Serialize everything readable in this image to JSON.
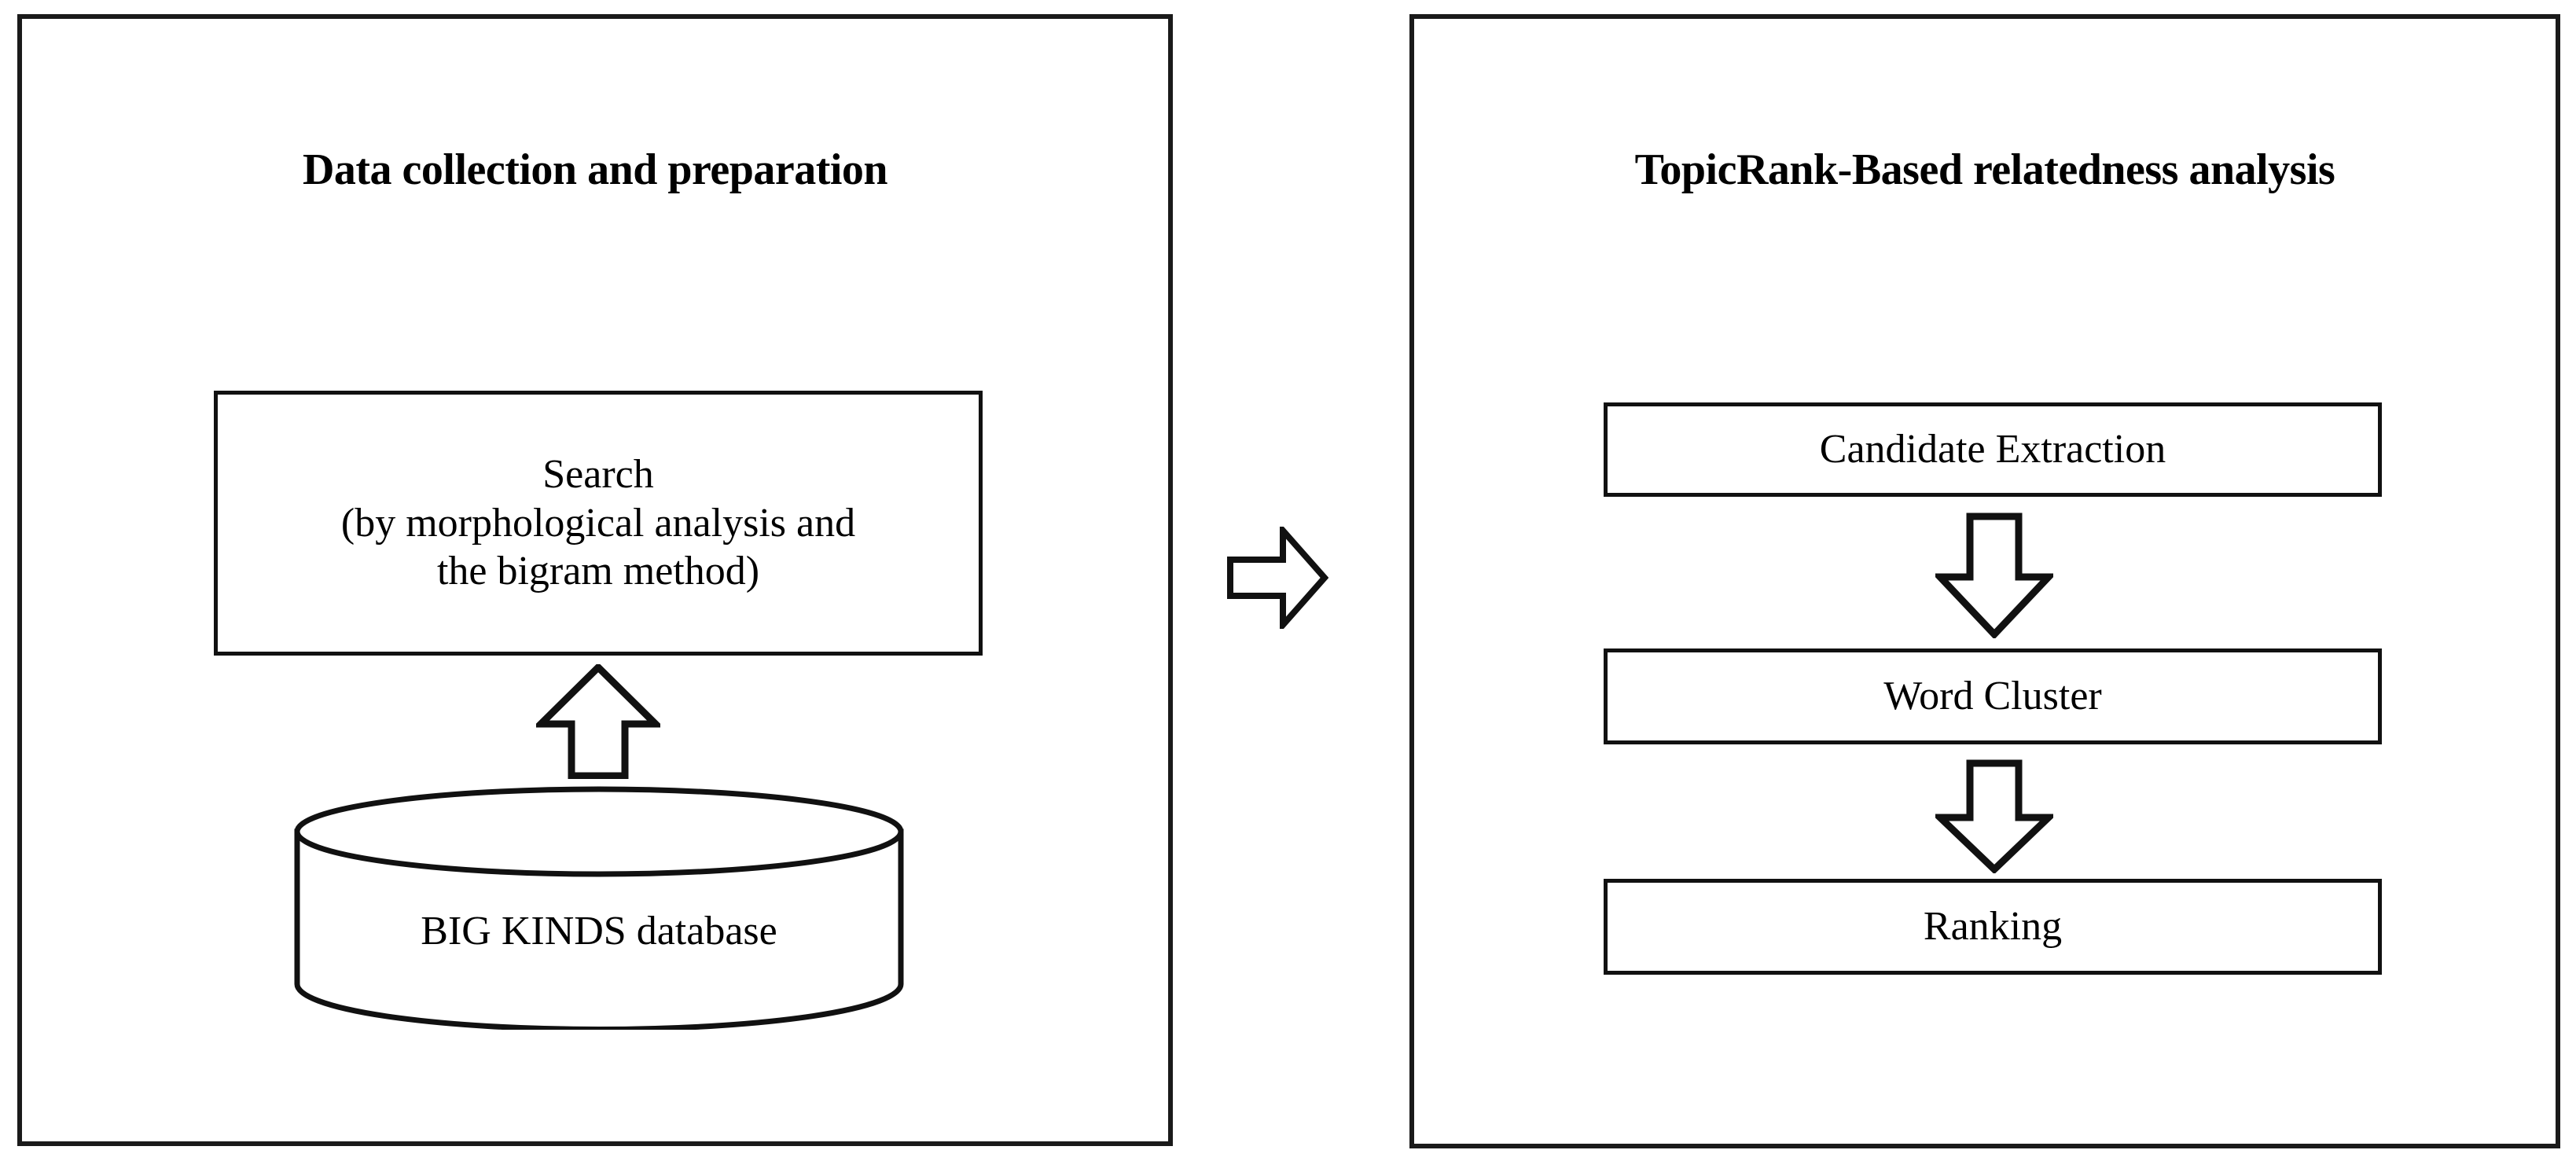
{
  "figure": {
    "type": "flowchart",
    "panels": [
      {
        "id": "data-collection",
        "title": "Data collection and preparation",
        "nodes": [
          {
            "id": "search",
            "shape": "rectangle",
            "lines": [
              "Search",
              "(by morphological analysis and",
              "the bigram method)"
            ]
          },
          {
            "id": "database",
            "shape": "cylinder",
            "label": "BIG KINDS database"
          }
        ],
        "edges": [
          {
            "from": "database",
            "to": "search",
            "direction": "up",
            "style": "hollow-block-arrow"
          }
        ]
      },
      {
        "id": "topicrank-analysis",
        "title": "TopicRank-Based relatedness analysis",
        "nodes": [
          {
            "id": "candidate-extraction",
            "shape": "rectangle",
            "label": "Candidate Extraction"
          },
          {
            "id": "word-cluster",
            "shape": "rectangle",
            "label": "Word Cluster"
          },
          {
            "id": "ranking",
            "shape": "rectangle",
            "label": "Ranking"
          }
        ],
        "edges": [
          {
            "from": "candidate-extraction",
            "to": "word-cluster",
            "direction": "down",
            "style": "hollow-block-arrow"
          },
          {
            "from": "word-cluster",
            "to": "ranking",
            "direction": "down",
            "style": "hollow-block-arrow"
          }
        ]
      }
    ],
    "panel_connector": {
      "from": "data-collection",
      "to": "topicrank-analysis",
      "direction": "right",
      "style": "hollow-block-arrow"
    },
    "colors": {
      "background": "#ffffff",
      "stroke": "#111111",
      "panel_border": "#1a1a1a",
      "text": "#000000"
    }
  }
}
